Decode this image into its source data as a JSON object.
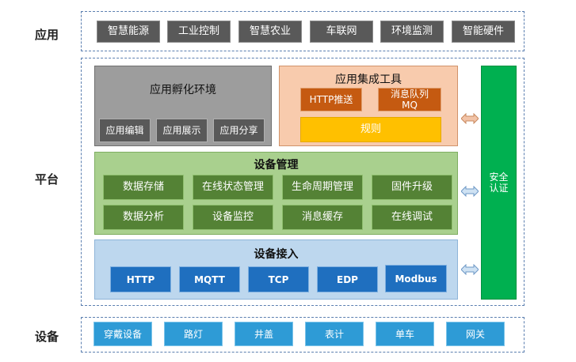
{
  "rows": {
    "app": "应用",
    "platform": "平台",
    "device": "设备"
  },
  "apps": [
    "智慧能源",
    "工业控制",
    "智慧农业",
    "车联网",
    "环境监测",
    "智能硬件"
  ],
  "incubation": {
    "title": "应用孵化环境",
    "items": [
      "应用编辑",
      "应用展示",
      "应用分享"
    ]
  },
  "integration": {
    "title": "应用集成工具",
    "http_push": "HTTP推送",
    "mq_line1": "消息队列",
    "mq_line2": "MQ",
    "rules": "规则"
  },
  "device_mgmt": {
    "title": "设备管理",
    "items": [
      "数据存储",
      "在线状态管理",
      "生命周期管理",
      "固件升级",
      "数据分析",
      "设备监控",
      "消息缓存",
      "在线调试"
    ]
  },
  "device_access": {
    "title": "设备接入",
    "protocols": [
      "HTTP",
      "MQTT",
      "TCP",
      "EDP",
      "Modbus"
    ]
  },
  "security": {
    "line1": "安全",
    "line2": "认证"
  },
  "devices": [
    "穿戴设备",
    "路灯",
    "井盖",
    "表计",
    "单车",
    "网关"
  ]
}
